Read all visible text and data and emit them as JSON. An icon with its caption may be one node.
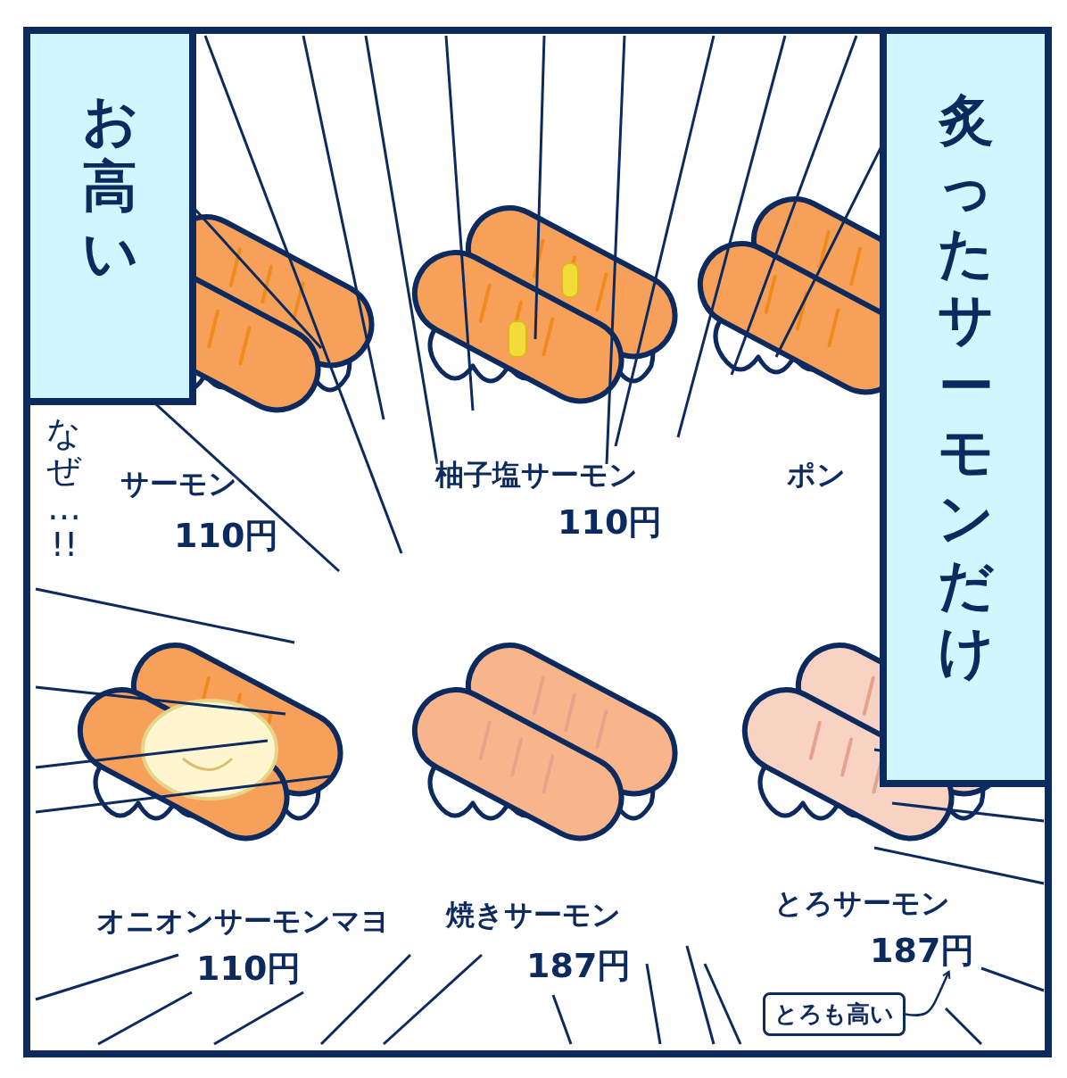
{
  "diagram": {
    "nodes": [
      {
        "text": [
          "お高い"
        ]
      },
      {
        "text": [
          "炙ったサーモンだけ"
        ]
      },
      {
        "text": [
          "187円"
        ]
      },
      {
        "text": [
          "とろも高い"
        ]
      }
    ],
    "edges": [
      {
        "from": 3,
        "to": 2,
        "arrow": "to"
      }
    ],
    "labels": [
      "なぜ…!!",
      "サーモン",
      "110円",
      "柚子塩サーモン",
      "110円",
      "ポン",
      "オニオンサーモンマヨ",
      "110円",
      "焼きサーモン",
      "187円",
      "とろサーモン"
    ]
  }
}
